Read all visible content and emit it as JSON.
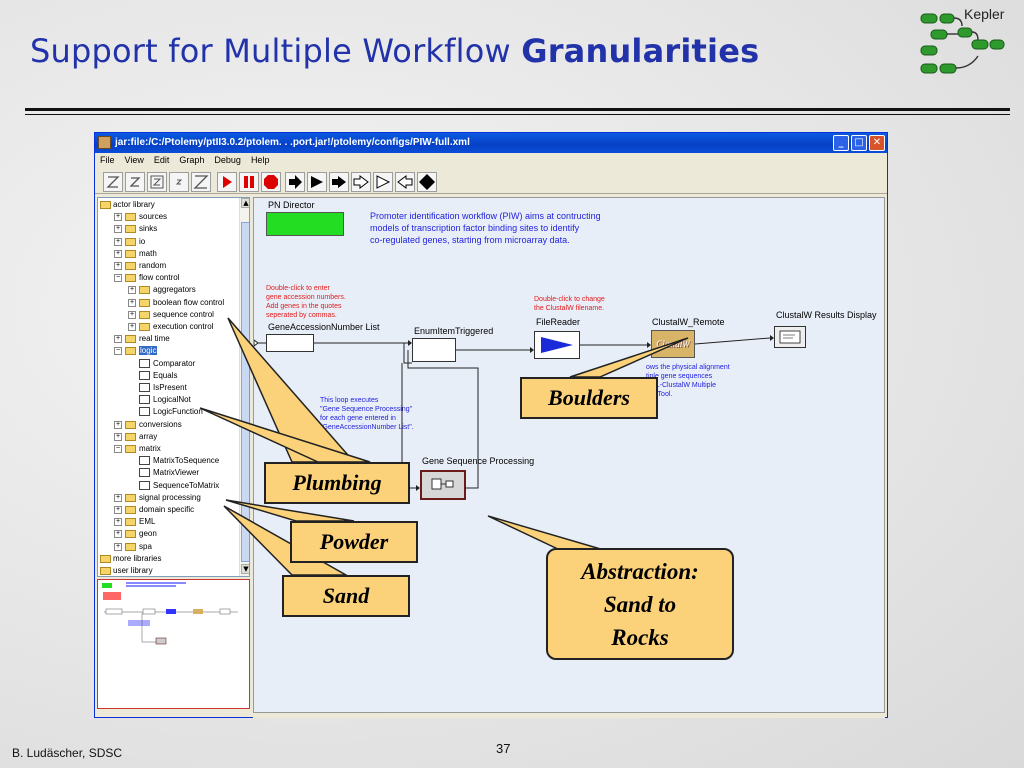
{
  "slide": {
    "title_plain": "Support for Multiple Workflow ",
    "title_bold": "Granularities",
    "logo_text": "Kepler",
    "footer_author": "B. Ludäscher, SDSC",
    "page_number": "37"
  },
  "window": {
    "title": "jar:file:/C:/Ptolemy/ptII3.0.2/ptolem. . .port.jar!/ptolemy/configs/PIW-full.xml",
    "menu": [
      "File",
      "View",
      "Edit",
      "Graph",
      "Debug",
      "Help"
    ]
  },
  "tree": {
    "items": [
      {
        "label": "actor library",
        "type": "folder",
        "indent": 0,
        "expander": ""
      },
      {
        "label": "sources",
        "type": "folder",
        "indent": 1,
        "expander": "+"
      },
      {
        "label": "sinks",
        "type": "folder",
        "indent": 1,
        "expander": "+"
      },
      {
        "label": "io",
        "type": "folder",
        "indent": 1,
        "expander": "+"
      },
      {
        "label": "math",
        "type": "folder",
        "indent": 1,
        "expander": "+"
      },
      {
        "label": "random",
        "type": "folder",
        "indent": 1,
        "expander": "+"
      },
      {
        "label": "flow control",
        "type": "folder",
        "indent": 1,
        "expander": "−"
      },
      {
        "label": "aggregators",
        "type": "folder",
        "indent": 2,
        "expander": "+"
      },
      {
        "label": "boolean flow control",
        "type": "folder",
        "indent": 2,
        "expander": "+"
      },
      {
        "label": "sequence control",
        "type": "folder",
        "indent": 2,
        "expander": "+"
      },
      {
        "label": "execution control",
        "type": "folder",
        "indent": 2,
        "expander": "+"
      },
      {
        "label": "real time",
        "type": "folder",
        "indent": 1,
        "expander": "+"
      },
      {
        "label": "logic",
        "type": "folder",
        "indent": 1,
        "expander": "−",
        "selected": true
      },
      {
        "label": "Comparator",
        "type": "actor",
        "indent": 2,
        "expander": ""
      },
      {
        "label": "Equals",
        "type": "actor",
        "indent": 2,
        "expander": ""
      },
      {
        "label": "IsPresent",
        "type": "actor",
        "indent": 2,
        "expander": ""
      },
      {
        "label": "LogicalNot",
        "type": "actor",
        "indent": 2,
        "expander": ""
      },
      {
        "label": "LogicFunction",
        "type": "actor",
        "indent": 2,
        "expander": ""
      },
      {
        "label": "conversions",
        "type": "folder",
        "indent": 1,
        "expander": "+"
      },
      {
        "label": "array",
        "type": "folder",
        "indent": 1,
        "expander": "+"
      },
      {
        "label": "matrix",
        "type": "folder",
        "indent": 1,
        "expander": "−"
      },
      {
        "label": "MatrixToSequence",
        "type": "actor",
        "indent": 2,
        "expander": ""
      },
      {
        "label": "MatrixViewer",
        "type": "actor",
        "indent": 2,
        "expander": ""
      },
      {
        "label": "SequenceToMatrix",
        "type": "actor",
        "indent": 2,
        "expander": ""
      },
      {
        "label": "signal processing",
        "type": "folder",
        "indent": 1,
        "expander": "+"
      },
      {
        "label": "domain specific",
        "type": "folder",
        "indent": 1,
        "expander": "+"
      },
      {
        "label": "EML",
        "type": "folder",
        "indent": 1,
        "expander": "+"
      },
      {
        "label": "geon",
        "type": "folder",
        "indent": 1,
        "expander": "+"
      },
      {
        "label": "spa",
        "type": "folder",
        "indent": 1,
        "expander": "+"
      },
      {
        "label": "more libraries",
        "type": "folder",
        "indent": 0,
        "expander": ""
      },
      {
        "label": "user library",
        "type": "folder",
        "indent": 0,
        "expander": ""
      }
    ]
  },
  "canvas": {
    "director": "PN Director",
    "description": "Promoter identification workflow (PIW) aims at contructing\nmodels of transcription factor binding sites to identify\nco-regulated genes, starting from microarray data.",
    "note_accession": "Double-click to enter\ngene accession numbers.\nAdd genes in the quotes\nseperated by commas.",
    "note_clustal": "Double-click to change\nthe ClustalW filename.",
    "note_loop": "This loop executes\n\"Gene Sequence Processing\"\nfor each gene entered in\n\"GeneAccessionNumber List\".",
    "note_alignment": "ows the physical alignment\ntiple gene sequences\nDBL-ClustalW Multiple\nent Tool.",
    "actor_accession": "GeneAccessionNumber List",
    "actor_enum": "EnumItemTriggered",
    "actor_filereader": "FileReader",
    "actor_clustal_remote": "ClustalW_Remote",
    "actor_clustal_display": "ClustalW Results Display",
    "actor_gene_seq": "Gene Sequence Processing",
    "clustal_icon_text": "ClustalW"
  },
  "callouts": {
    "boulders": "Boulders",
    "plumbing": "Plumbing",
    "powder": "Powder",
    "sand": "Sand",
    "abstraction_1": "Abstraction:",
    "abstraction_2": "Sand to",
    "abstraction_3": "Rocks"
  },
  "colors": {
    "title_blue": "#2233aa",
    "callout_fill": "#fbd27a",
    "director_green": "#22dd22",
    "note_red": "#e21b1b",
    "note_blue": "#2222dd"
  }
}
